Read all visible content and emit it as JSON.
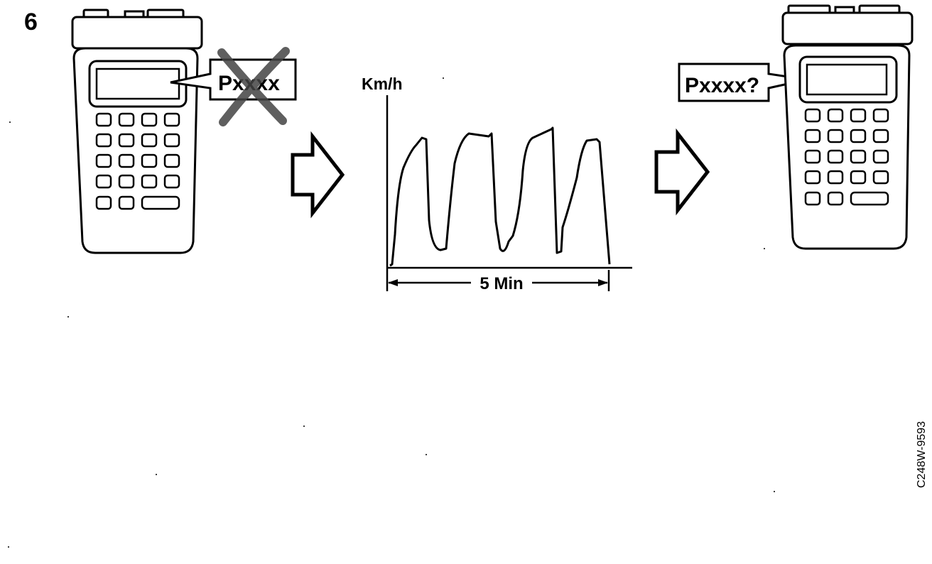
{
  "step_number": "6",
  "left_tester": {
    "display_code": "Pxxxx",
    "code_state": "crossed-out",
    "cross_icon": "x-mark-icon"
  },
  "right_tester": {
    "display_code": "Pxxxx?"
  },
  "arrows": [
    "arrow-right-icon",
    "arrow-right-icon"
  ],
  "drive_graph": {
    "y_axis_label": "Km/h",
    "duration_label": "5 Min"
  },
  "reference_code": "C248W-9593",
  "colors": {
    "ink": "#000000",
    "cross": "#444444",
    "paper": "#ffffff"
  }
}
